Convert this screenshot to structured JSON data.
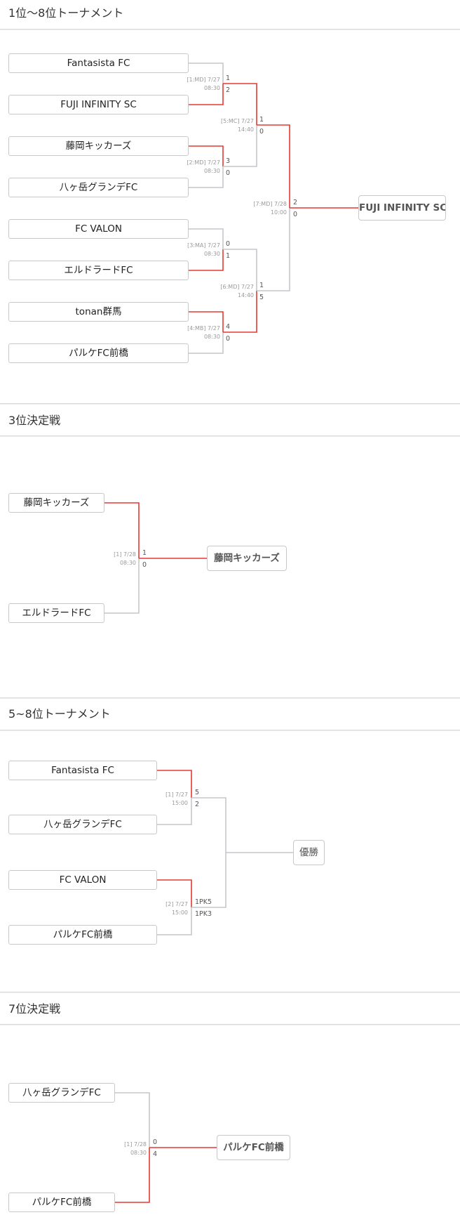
{
  "sections": {
    "s1": {
      "title": "1位〜8位トーナメント"
    },
    "s2": {
      "title": "3位決定戦"
    },
    "s3": {
      "title": "5~8位トーナメント"
    },
    "s4": {
      "title": "7位決定戦"
    }
  },
  "colors": {
    "win_line": "#e53935",
    "lose_line": "#c4c7cc"
  },
  "t1": {
    "teams": [
      "Fantasista FC",
      "FUJI INFINITY SC",
      "藤岡キッカーズ",
      "八ヶ岳グランデFC",
      "FC VALON",
      "エルドラードFC",
      "tonan群馬",
      "パルケFC前橋"
    ],
    "matches": [
      {
        "code": "[1:MD] 7/27",
        "time": "08:30",
        "top": "1",
        "bottom": "2"
      },
      {
        "code": "[2:MD] 7/27",
        "time": "08:30",
        "top": "3",
        "bottom": "0"
      },
      {
        "code": "[3:MA] 7/27",
        "time": "08:30",
        "top": "0",
        "bottom": "1"
      },
      {
        "code": "[4:MB] 7/27",
        "time": "08:30",
        "top": "4",
        "bottom": "0"
      },
      {
        "code": "[5:MC] 7/27",
        "time": "14:40",
        "top": "1",
        "bottom": "0"
      },
      {
        "code": "[6:MD] 7/27",
        "time": "14:40",
        "top": "1",
        "bottom": "5"
      },
      {
        "code": "[7:MD] 7/28",
        "time": "10:00",
        "top": "2",
        "bottom": "0"
      }
    ],
    "winner": "FUJI INFINITY SC"
  },
  "t2": {
    "teams": [
      "藤岡キッカーズ",
      "エルドラードFC"
    ],
    "match": {
      "code": "[1] 7/28",
      "time": "08:30",
      "top": "1",
      "bottom": "0"
    },
    "winner": "藤岡キッカーズ"
  },
  "t3": {
    "teams": [
      "Fantasista FC",
      "八ヶ岳グランデFC",
      "FC VALON",
      "パルケFC前橋"
    ],
    "matches": [
      {
        "code": "[1] 7/27",
        "time": "15:00",
        "top": "5",
        "bottom": "2"
      },
      {
        "code": "[2] 7/27",
        "time": "15:00",
        "top": "1PK5",
        "bottom": "1PK3"
      }
    ],
    "winner": "優勝"
  },
  "t4": {
    "teams": [
      "八ヶ岳グランデFC",
      "パルケFC前橋"
    ],
    "match": {
      "code": "[1] 7/28",
      "time": "08:30",
      "top": "0",
      "bottom": "4"
    },
    "winner": "パルケFC前橋"
  }
}
